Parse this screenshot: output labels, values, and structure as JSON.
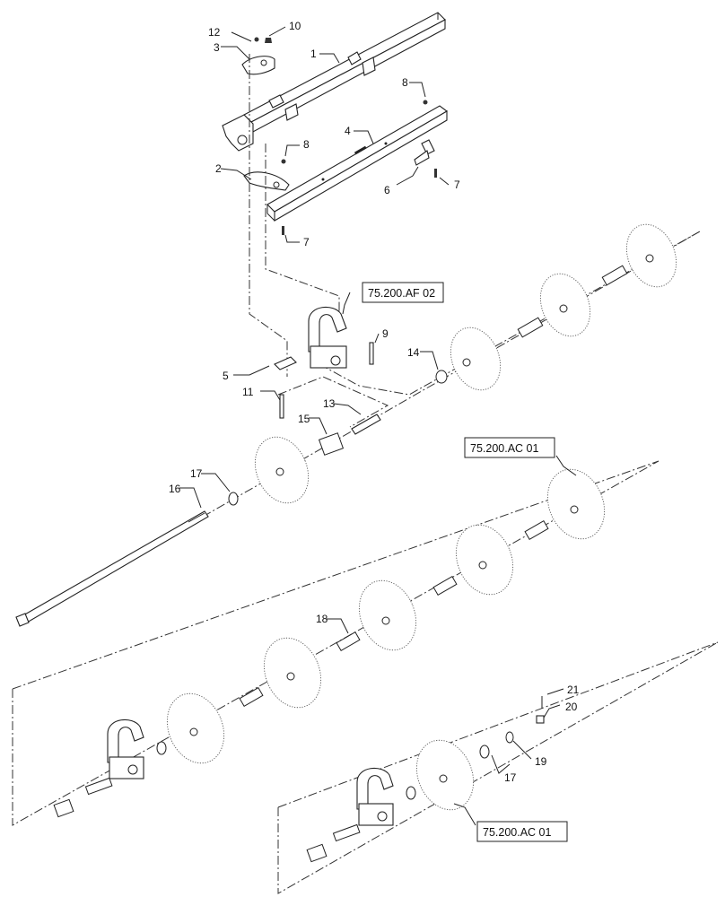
{
  "diagram": {
    "callouts": [
      {
        "id": "c1",
        "text": "1"
      },
      {
        "id": "c2",
        "text": "2"
      },
      {
        "id": "c3",
        "text": "3"
      },
      {
        "id": "c4",
        "text": "4"
      },
      {
        "id": "c5",
        "text": "5"
      },
      {
        "id": "c6",
        "text": "6"
      },
      {
        "id": "c7a",
        "text": "7"
      },
      {
        "id": "c7b",
        "text": "7"
      },
      {
        "id": "c8a",
        "text": "8"
      },
      {
        "id": "c8b",
        "text": "8"
      },
      {
        "id": "c9",
        "text": "9"
      },
      {
        "id": "c10",
        "text": "10"
      },
      {
        "id": "c11",
        "text": "11"
      },
      {
        "id": "c12",
        "text": "12"
      },
      {
        "id": "c13",
        "text": "13"
      },
      {
        "id": "c14",
        "text": "14"
      },
      {
        "id": "c15",
        "text": "15"
      },
      {
        "id": "c16",
        "text": "16"
      },
      {
        "id": "c17a",
        "text": "17"
      },
      {
        "id": "c17b",
        "text": "17"
      },
      {
        "id": "c18",
        "text": "18"
      },
      {
        "id": "c19",
        "text": "19"
      },
      {
        "id": "c20",
        "text": "20"
      },
      {
        "id": "c21",
        "text": "21"
      }
    ],
    "references": [
      {
        "id": "r1",
        "text": "75.200.AF 02"
      },
      {
        "id": "r2",
        "text": "75.200.AC 01"
      },
      {
        "id": "r3",
        "text": "75.200.AC 01"
      }
    ]
  }
}
